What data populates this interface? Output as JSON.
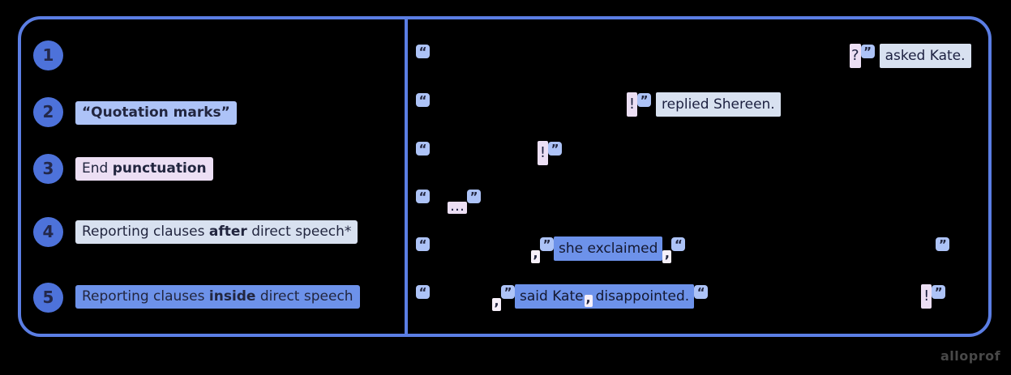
{
  "colors": {
    "background": "#000000",
    "frame_border": "#5b7ee4",
    "step_circle": "#4d72da",
    "quotation_marks_highlight": "#adc3f7",
    "end_punctuation_highlight": "#ecdff4",
    "comma_highlight": "#f7f0fa",
    "reporting_after_highlight": "#d8e1f0",
    "reporting_inside_highlight": "#6d92ea",
    "text_navy": "#22263f",
    "logo_gray": "#484848"
  },
  "legend": {
    "items": [
      {
        "number": "1"
      },
      {
        "number": "2",
        "bold": "“Quotation marks”"
      },
      {
        "number": "3",
        "pre": "End ",
        "bold": "punctuation"
      },
      {
        "number": "4",
        "pre": "Reporting clauses ",
        "bold": "after",
        "post": " direct speech*"
      },
      {
        "number": "5",
        "pre": "Reporting clauses ",
        "bold": "inside",
        "post": " direct speech"
      }
    ]
  },
  "examples": {
    "row1": {
      "open": "“",
      "end_punct": "?",
      "close": "”",
      "reporting": "asked Kate."
    },
    "row2": {
      "open": "“",
      "end_punct": "!",
      "close": "”",
      "reporting": "replied Shereen."
    },
    "row3": {
      "open": "“",
      "end_punct": "!",
      "close": "”"
    },
    "row4": {
      "open": "“",
      "end_punct": "…",
      "close": "”"
    },
    "row5": {
      "open": "“",
      "comma": ",",
      "close": "”",
      "reporting": "she exclaimed",
      "comma2": ",",
      "reopen": "“",
      "close2": "”"
    },
    "row6": {
      "open": "“",
      "comma": ",",
      "close": "”",
      "reporting_a": "said Kate",
      "comma2": ",",
      "reporting_b": "disappointed.",
      "reopen": "“",
      "end_punct": "!",
      "close2": "”"
    }
  },
  "footer": {
    "logo": "alloprof"
  }
}
